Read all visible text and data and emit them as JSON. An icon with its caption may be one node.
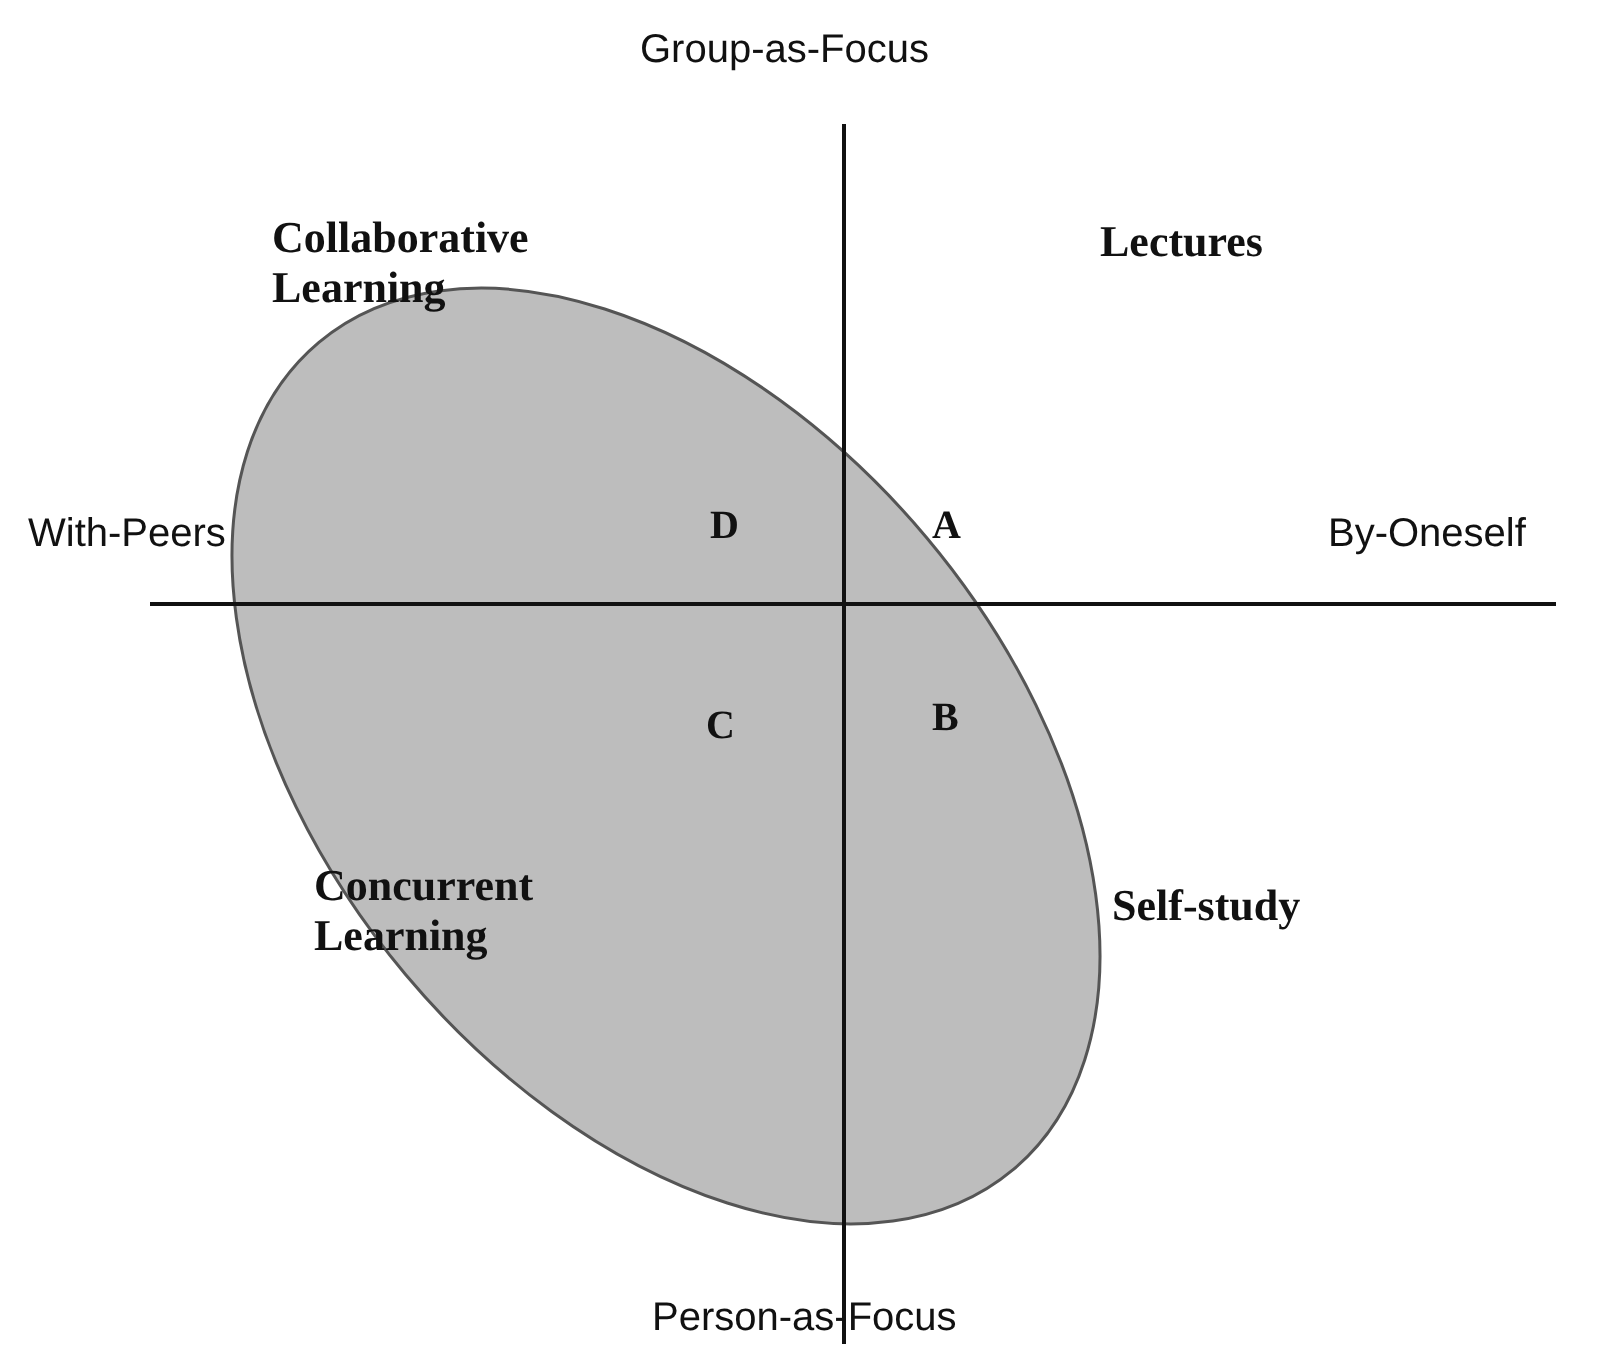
{
  "diagram": {
    "labels": [
      "Group-as-Focus",
      "Collaborative Learning",
      "Lectures",
      "With-Peers",
      "D",
      "A",
      "By-Oneself",
      "C",
      "B",
      "Concurrent Learning",
      "Self-study",
      "Person-as-Focus"
    ]
  }
}
